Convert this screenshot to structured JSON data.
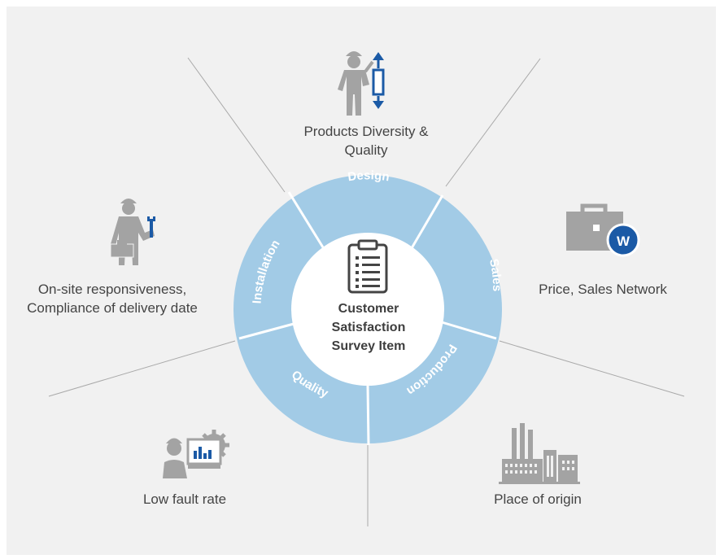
{
  "center": {
    "lines": [
      "Customer",
      "Satisfaction",
      "Survey Item"
    ],
    "icon": "clipboard-checklist-icon"
  },
  "segments": [
    {
      "label": "Design"
    },
    {
      "label": "Sales"
    },
    {
      "label": "Production"
    },
    {
      "label": "Quality"
    },
    {
      "label": "Installation"
    }
  ],
  "items": [
    {
      "lines": [
        "Products Diversity &",
        "Quality"
      ],
      "icon": "worker-with-arrows-icon"
    },
    {
      "lines": [
        "Price, Sales Network"
      ],
      "icon": "briefcase-w-logo-icon"
    },
    {
      "lines": [
        "Place of origin"
      ],
      "icon": "factory-icon"
    },
    {
      "lines": [
        "Low fault rate"
      ],
      "icon": "worker-with-monitor-gear-icon"
    },
    {
      "lines": [
        "On-site responsiveness,",
        "Compliance of delivery date"
      ],
      "icon": "worker-with-wrench-toolbox-icon"
    }
  ],
  "colors": {
    "background": "#f1f1f1",
    "ring": "#a2cbe6",
    "ring_text": "#ffffff",
    "icon_gray": "#a3a3a3",
    "icon_blue": "#1b5aa6",
    "divider": "#a9a9a9"
  }
}
